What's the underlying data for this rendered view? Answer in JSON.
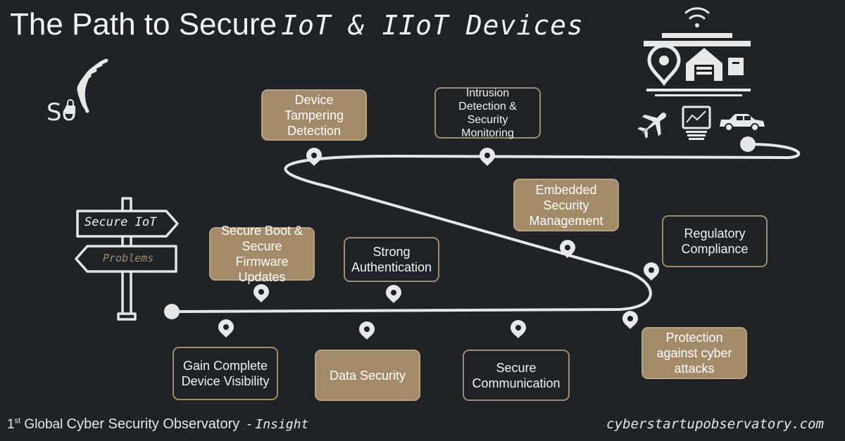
{
  "header": {
    "title_main": "The Path to Secure",
    "title_accent": "IoT & IIoT Devices"
  },
  "signpost": {
    "top": "Secure IoT",
    "bottom": "Problems"
  },
  "logo": {
    "text": "So"
  },
  "steps": [
    {
      "id": "gain-visibility",
      "label": "Gain Complete Device Visibility",
      "style": "outline"
    },
    {
      "id": "secure-boot",
      "label": "Secure Boot & Secure Firmware Updates",
      "style": "tan"
    },
    {
      "id": "data-security",
      "label": "Data Security",
      "style": "tan"
    },
    {
      "id": "strong-auth",
      "label": "Strong Authentication",
      "style": "outline"
    },
    {
      "id": "secure-comm",
      "label": "Secure Communication",
      "style": "outline"
    },
    {
      "id": "protection",
      "label": "Protection against cyber attacks",
      "style": "tan"
    },
    {
      "id": "regulatory",
      "label": "Regulatory Compliance",
      "style": "outline"
    },
    {
      "id": "embedded",
      "label": "Embedded Security Management",
      "style": "tan"
    },
    {
      "id": "intrusion",
      "label": "Intrusion Detection & Security Monitoring",
      "style": "outline"
    },
    {
      "id": "tampering",
      "label": "Device Tampering Detection",
      "style": "tan"
    }
  ],
  "footer": {
    "ordinal_num": "1",
    "ordinal_suffix": "st",
    "prefix": "Global",
    "strong": "Cyber Security Observatory",
    "sep": "-",
    "insight": "Insight",
    "website": "cyberstartupobservatory.com"
  },
  "colors": {
    "background": "#1f2226",
    "accent": "#a38b69",
    "path": "#e6e6e6",
    "icon": "#e8e8e8"
  },
  "icons": [
    "wifi-icon",
    "location-pin-icon",
    "warehouse-icon",
    "package-icon",
    "airplane-icon",
    "dashboard-monitor-icon",
    "car-icon",
    "lock-icon",
    "signal-arc-icon",
    "signpost-icon"
  ]
}
